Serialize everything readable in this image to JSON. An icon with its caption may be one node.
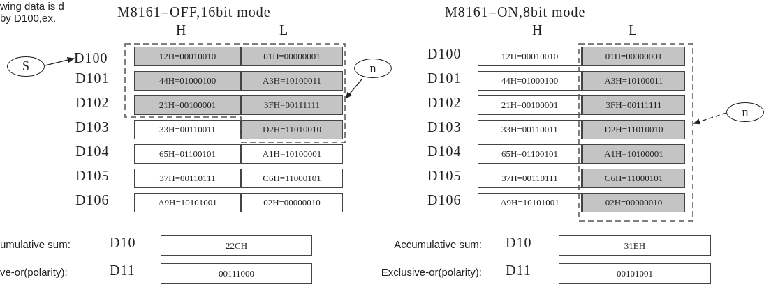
{
  "diagram": {
    "nodes": [
      {
        "text": [
          "S"
        ]
      },
      {
        "text": [
          "D100"
        ]
      },
      {
        "text": [],
        "shape": "box"
      },
      {
        "text": [
          "12H=00010010"
        ],
        "in": 2
      },
      {
        "text": [
          "01H=00000001"
        ],
        "in": 2
      },
      {
        "text": [
          "44H=01000100"
        ],
        "in": 2
      },
      {
        "text": [
          "A3H=10100011"
        ],
        "in": 2
      },
      {
        "text": [
          "21H=00100001"
        ],
        "in": 2
      },
      {
        "text": [
          "3FH=00111111"
        ],
        "in": 2
      },
      {
        "text": [
          "33H=00110011"
        ]
      },
      {
        "text": [
          "D2H=11010010"
        ],
        "in": 2
      },
      {
        "text": [
          "65H=01100101"
        ]
      },
      {
        "text": [
          "A1H=10100001"
        ]
      },
      {
        "text": [
          "37H=00110111"
        ]
      },
      {
        "text": [
          "C6H=11000101"
        ]
      },
      {
        "text": [
          "A9H=10101001"
        ]
      },
      {
        "text": [
          "02H=00000010"
        ]
      },
      {
        "text": [
          "n"
        ]
      },
      {
        "text": [],
        "shape": "box"
      },
      {
        "text": [
          "12H=00010010"
        ]
      },
      {
        "text": [
          "01H=00000001"
        ],
        "in": 18
      },
      {
        "text": [
          "44H=01000100"
        ]
      },
      {
        "text": [
          "A3H=10100011"
        ],
        "in": 18
      },
      {
        "text": [
          "21H=00100001"
        ]
      },
      {
        "text": [
          "3FH=00111111"
        ],
        "in": 18
      },
      {
        "text": [
          "33H=00110011"
        ]
      },
      {
        "text": [
          "D2H=11010010"
        ],
        "in": 18
      },
      {
        "text": [
          "65H=01100101"
        ]
      },
      {
        "text": [
          "A1H=10100001"
        ],
        "in": 18
      },
      {
        "text": [
          "37H=00110111"
        ]
      },
      {
        "text": [
          "C6H=11000101"
        ],
        "in": 18
      },
      {
        "text": [
          "A9H=10101001"
        ]
      },
      {
        "text": [
          "02H=00000010"
        ],
        "in": 18
      },
      {
        "text": [
          "n"
        ]
      },
      {
        "text": [
          "22CH"
        ]
      },
      {
        "text": [
          "00111000"
        ]
      },
      {
        "text": [
          "31EH"
        ]
      },
      {
        "text": [
          "00101001"
        ]
      }
    ],
    "edges": [
      {
        "from": 0,
        "to": 1,
        "arrow": "to"
      },
      {
        "from": 17,
        "to": 2,
        "arrow": "to"
      },
      {
        "from": 33,
        "to": 18,
        "arrow": "to",
        "style": "dashed"
      }
    ],
    "labels": [
      "wing data is d by D100,ex.",
      "M8161=OFF,16bit mode",
      "M8161=ON,8bit mode",
      "H",
      "L",
      "H",
      "L",
      "D101",
      "D102",
      "D103",
      "D104",
      "D105",
      "D106",
      "D100",
      "D101",
      "D102",
      "D103",
      "D104",
      "D105",
      "D106",
      "umulative sum:",
      "D10",
      "Accumulative sum:",
      "D10",
      "ve-or(polarity):",
      "D11",
      "Exclusive-or(polarity):",
      "D11"
    ]
  }
}
